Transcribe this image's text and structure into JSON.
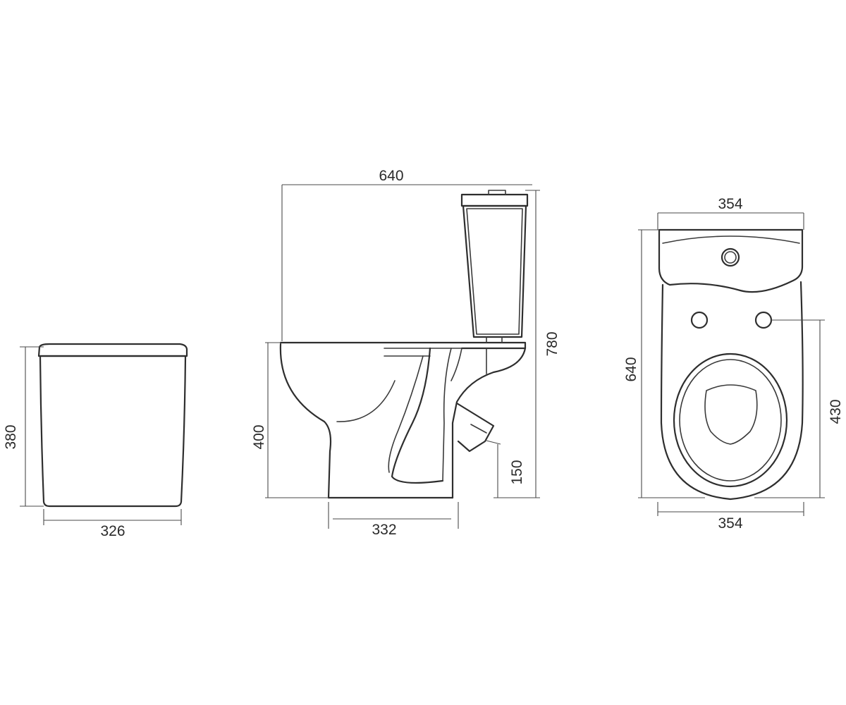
{
  "dimensions": {
    "tank_height": "380",
    "tank_width": "326",
    "side_total_length": "640",
    "side_total_height": "780",
    "side_seat_height": "400",
    "side_outlet_height": "150",
    "side_base_length": "332",
    "top_width_upper": "354",
    "top_width_lower": "354",
    "top_length": "640",
    "top_mount_distance": "430"
  }
}
